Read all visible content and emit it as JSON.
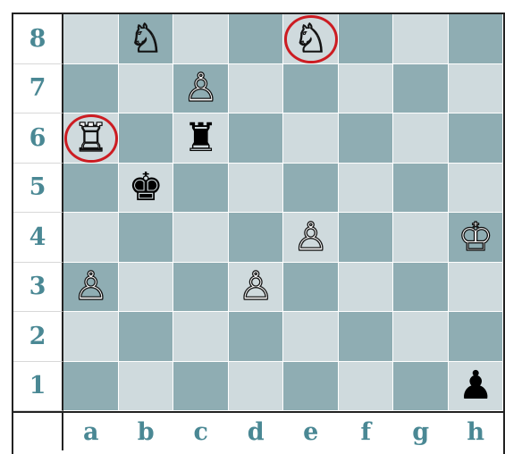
{
  "board": {
    "ranks": [
      "8",
      "7",
      "6",
      "5",
      "4",
      "3",
      "2",
      "1"
    ],
    "files": [
      "a",
      "b",
      "c",
      "d",
      "e",
      "f",
      "g",
      "h"
    ],
    "colors": {
      "light": "#cfdadd",
      "dark": "#8fadb3",
      "label": "#4a8894",
      "highlight": "#cc1c22"
    },
    "pieces": [
      {
        "square": "b8",
        "color": "white",
        "type": "knight",
        "glyph": "♘",
        "icon": "white-knight-icon"
      },
      {
        "square": "e8",
        "color": "white",
        "type": "knight",
        "glyph": "♘",
        "icon": "white-knight-icon"
      },
      {
        "square": "c7",
        "color": "white",
        "type": "pawn",
        "glyph": "♙",
        "icon": "white-pawn-icon"
      },
      {
        "square": "a6",
        "color": "white",
        "type": "rook",
        "glyph": "♖",
        "icon": "white-rook-icon"
      },
      {
        "square": "c6",
        "color": "black",
        "type": "rook",
        "glyph": "♜",
        "icon": "black-rook-icon"
      },
      {
        "square": "b5",
        "color": "black",
        "type": "king",
        "glyph": "♚",
        "icon": "black-king-icon"
      },
      {
        "square": "e4",
        "color": "white",
        "type": "pawn",
        "glyph": "♙",
        "icon": "white-pawn-icon"
      },
      {
        "square": "h4",
        "color": "white",
        "type": "king",
        "glyph": "♔",
        "icon": "white-king-icon"
      },
      {
        "square": "a3",
        "color": "white",
        "type": "pawn",
        "glyph": "♙",
        "icon": "white-pawn-icon"
      },
      {
        "square": "d3",
        "color": "white",
        "type": "pawn",
        "glyph": "♙",
        "icon": "white-pawn-icon"
      },
      {
        "square": "h1",
        "color": "black",
        "type": "pawn",
        "glyph": "♟",
        "icon": "black-pawn-icon"
      }
    ],
    "highlighted_squares": [
      "e8",
      "a6"
    ]
  }
}
